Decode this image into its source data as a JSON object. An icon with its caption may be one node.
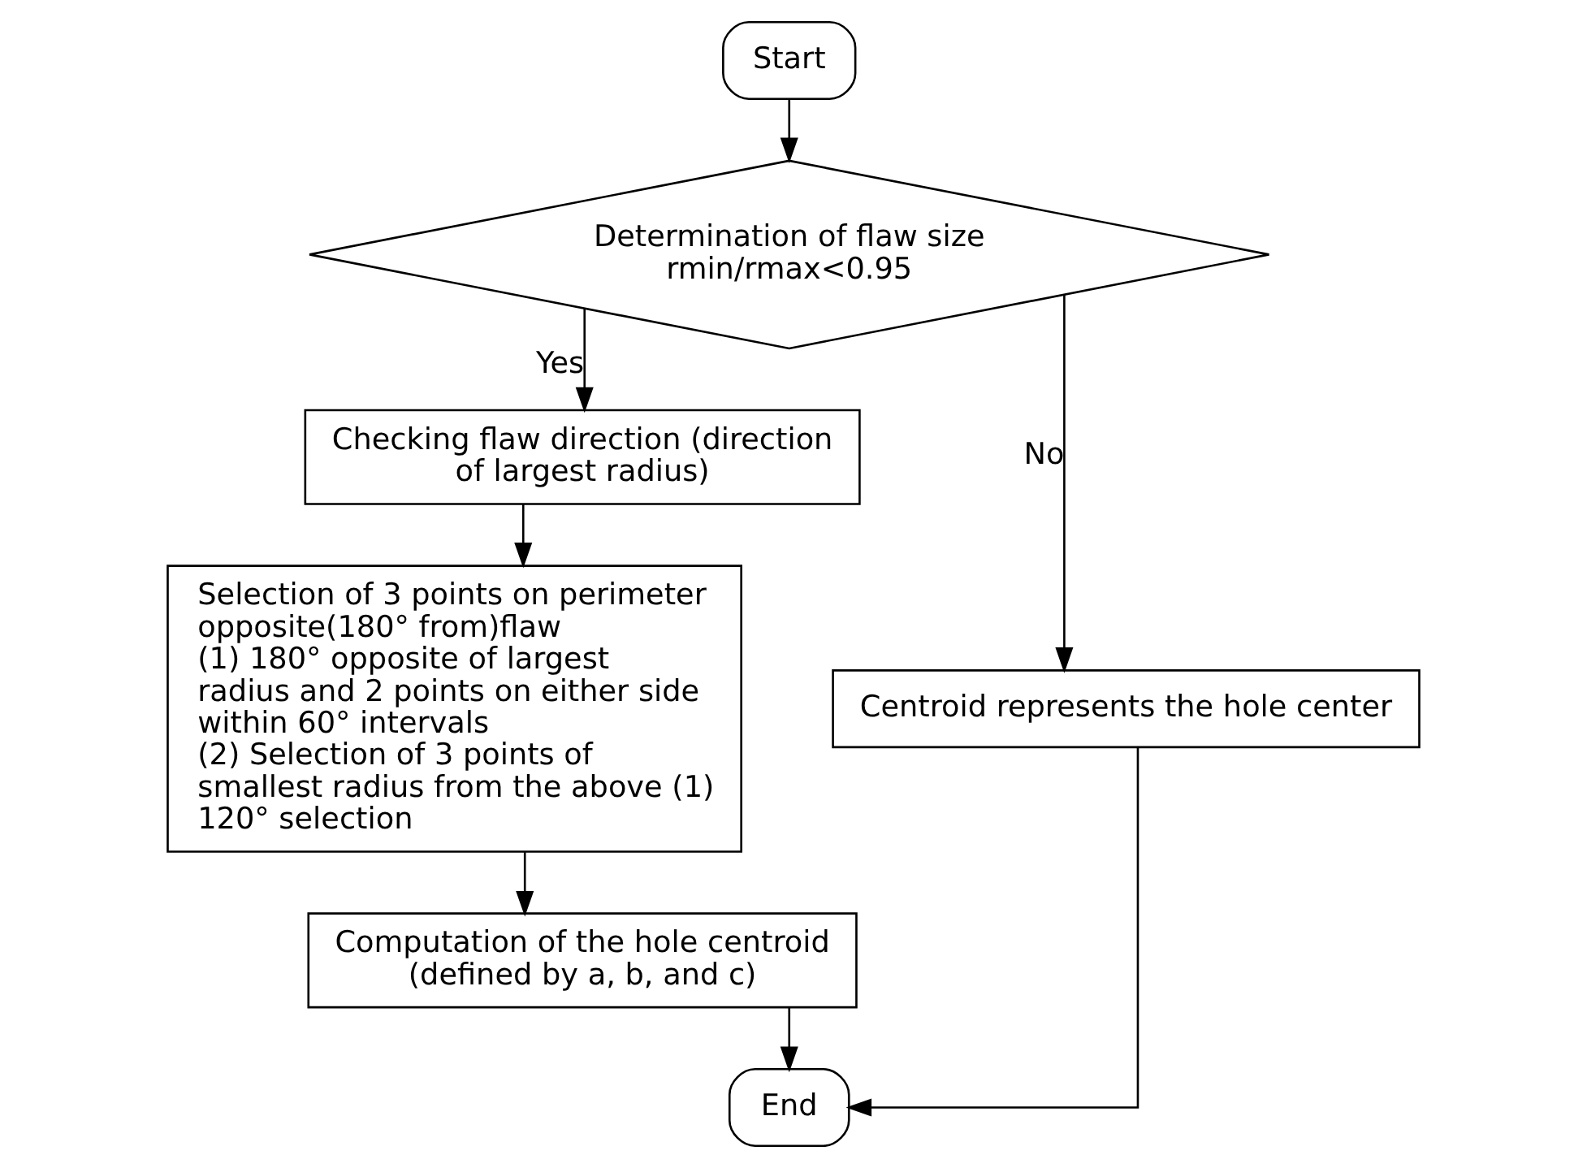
{
  "diagram": {
    "nodes": [
      {
        "text": [
          "Start"
        ]
      },
      {
        "text": [
          "Determination of flaw size",
          "rmin/rmax<0.95"
        ]
      },
      {
        "text": [
          "Checking flaw direction (direction of largest radius)"
        ]
      },
      {
        "text": [
          "Selection of 3 points on perimeter opposite(180° from)flaw",
          "(1) 180° opposite of largest radius and 2 points on either side within 60° intervals",
          "(2) Selection of 3 points of smallest radius from the above (1) 120° selection"
        ]
      },
      {
        "text": [
          "Computation of the hole centroid (defined by a, b, and c)"
        ]
      },
      {
        "text": [
          "Centroid represents the hole center"
        ]
      },
      {
        "text": [
          "End"
        ]
      }
    ],
    "edges": [
      {
        "from": 0,
        "to": 1,
        "arrow": "to"
      },
      {
        "from": 1,
        "to": 2,
        "label": "Yes",
        "arrow": "to"
      },
      {
        "from": 1,
        "to": 5,
        "label": "No",
        "arrow": "to"
      },
      {
        "from": 2,
        "to": 3,
        "arrow": "to"
      },
      {
        "from": 3,
        "to": 4,
        "arrow": "to"
      },
      {
        "from": 4,
        "to": 6,
        "arrow": "to"
      },
      {
        "from": 5,
        "to": 6,
        "arrow": "to"
      }
    ]
  }
}
